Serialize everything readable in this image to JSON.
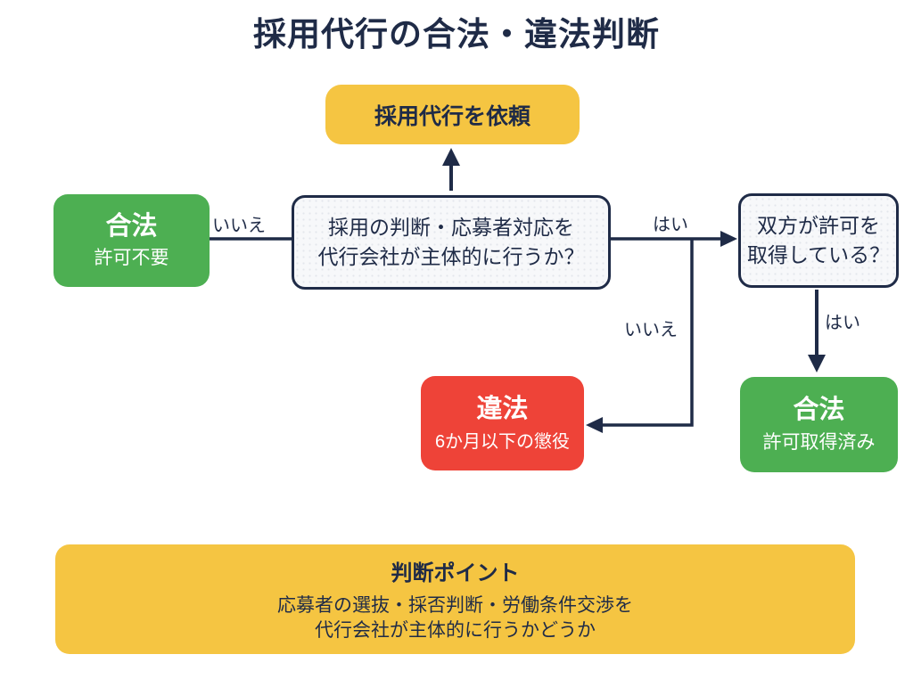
{
  "title": "採用代行の合法・違法判断",
  "colors": {
    "navy": "#1f2b47",
    "yellow": "#f5c542",
    "green": "#4daf52",
    "red": "#ee4338",
    "question_bg": "#f7f8fa"
  },
  "nodes": {
    "request": {
      "label": "採用代行を依頼"
    },
    "legal_left": {
      "title": "合法",
      "subtitle": "許可不要"
    },
    "q_main": {
      "line1": "採用の判断・応募者対応を",
      "line2": "代行会社が主体的に行うか？"
    },
    "q_permit": {
      "line1": "双方が許可を",
      "line2": "取得している？"
    },
    "illegal": {
      "title": "違法",
      "subtitle": "6か月以下の懲役"
    },
    "legal_right": {
      "title": "合法",
      "subtitle": "許可取得済み"
    },
    "point": {
      "title": "判断ポイント",
      "line1": "応募者の選抜・採否判断・労働条件交渉を",
      "line2": "代行会社が主体的に行うかどうか"
    }
  },
  "edge_labels": {
    "no_left": "いいえ",
    "yes_right": "はい",
    "no_down": "いいえ",
    "yes_down": "はい"
  }
}
